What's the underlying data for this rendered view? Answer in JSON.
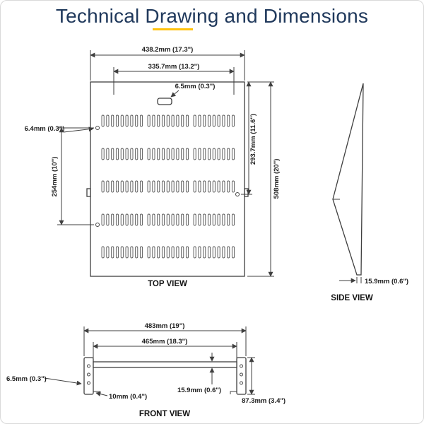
{
  "title": "Technical Drawing and Dimensions",
  "colors": {
    "accent": "#ffc20e",
    "title": "#20395c",
    "line": "#3f3f3f"
  },
  "views": {
    "top": {
      "label": "TOP VIEW",
      "dim_outer_width": "438.2mm (17.3\")",
      "dim_inner_width": "335.7mm (13.2\")",
      "dim_cutout": "6.5mm (0.3\")",
      "dim_hole": "6.4mm (0.3\")",
      "dim_hole_spacing": "254mm (10\")",
      "dim_inner_depth": "293.7mm (11.6\")",
      "dim_outer_depth": "508mm (20\")"
    },
    "side": {
      "label": "SIDE VIEW",
      "dim_thickness": "15.9mm (0.6\")"
    },
    "front": {
      "label": "FRONT VIEW",
      "dim_outer_width": "483mm (19\")",
      "dim_inner_width": "465mm (18.3\")",
      "dim_hole": "6.5mm (0.3\")",
      "dim_flange": "10mm (0.4\")",
      "dim_lip_height": "15.9mm (0.6\")",
      "dim_bracket_height": "87.3mm (3.4\")"
    }
  }
}
